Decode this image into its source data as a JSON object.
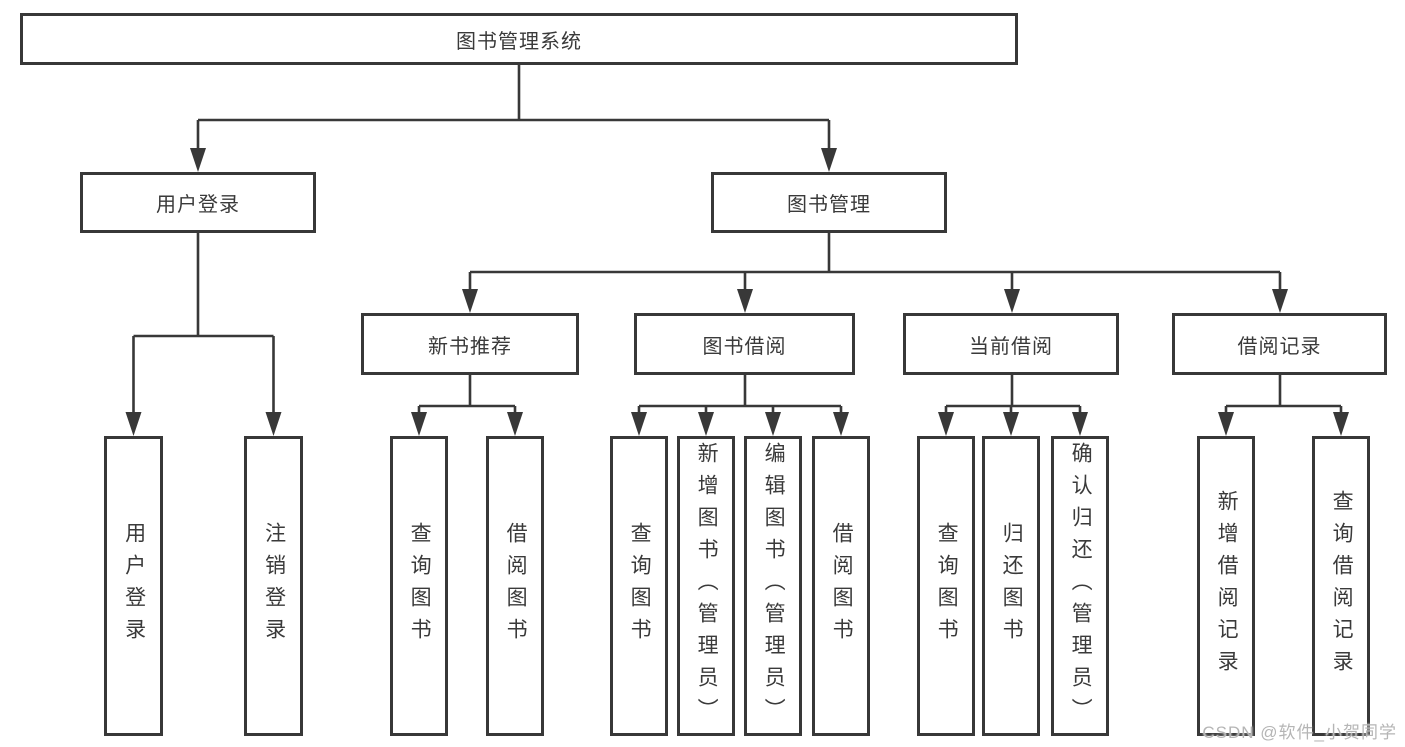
{
  "diagram_type": "hierarchy-tree",
  "tree": {
    "label": "图书管理系统",
    "children": [
      {
        "label": "用户登录",
        "children": [
          {
            "label": "用户登录"
          },
          {
            "label": "注销登录"
          }
        ]
      },
      {
        "label": "图书管理",
        "children": [
          {
            "label": "新书推荐",
            "children": [
              {
                "label": "查询图书"
              },
              {
                "label": "借阅图书"
              }
            ]
          },
          {
            "label": "图书借阅",
            "children": [
              {
                "label": "查询图书"
              },
              {
                "label": "新增图书（管理员）"
              },
              {
                "label": "编辑图书（管理员）"
              },
              {
                "label": "借阅图书"
              }
            ]
          },
          {
            "label": "当前借阅",
            "children": [
              {
                "label": "查询图书"
              },
              {
                "label": "归还图书"
              },
              {
                "label": "确认归还（管理员）"
              }
            ]
          },
          {
            "label": "借阅记录",
            "children": [
              {
                "label": "新增借阅记录"
              },
              {
                "label": "查询借阅记录"
              }
            ]
          }
        ]
      }
    ]
  },
  "watermark": "CSDN @软件_小贺同学",
  "colors": {
    "line": "#383838",
    "box_border": "#383838",
    "text": "#3a3a3a",
    "background": "#ffffff",
    "watermark_text": "#b5b5b5"
  }
}
